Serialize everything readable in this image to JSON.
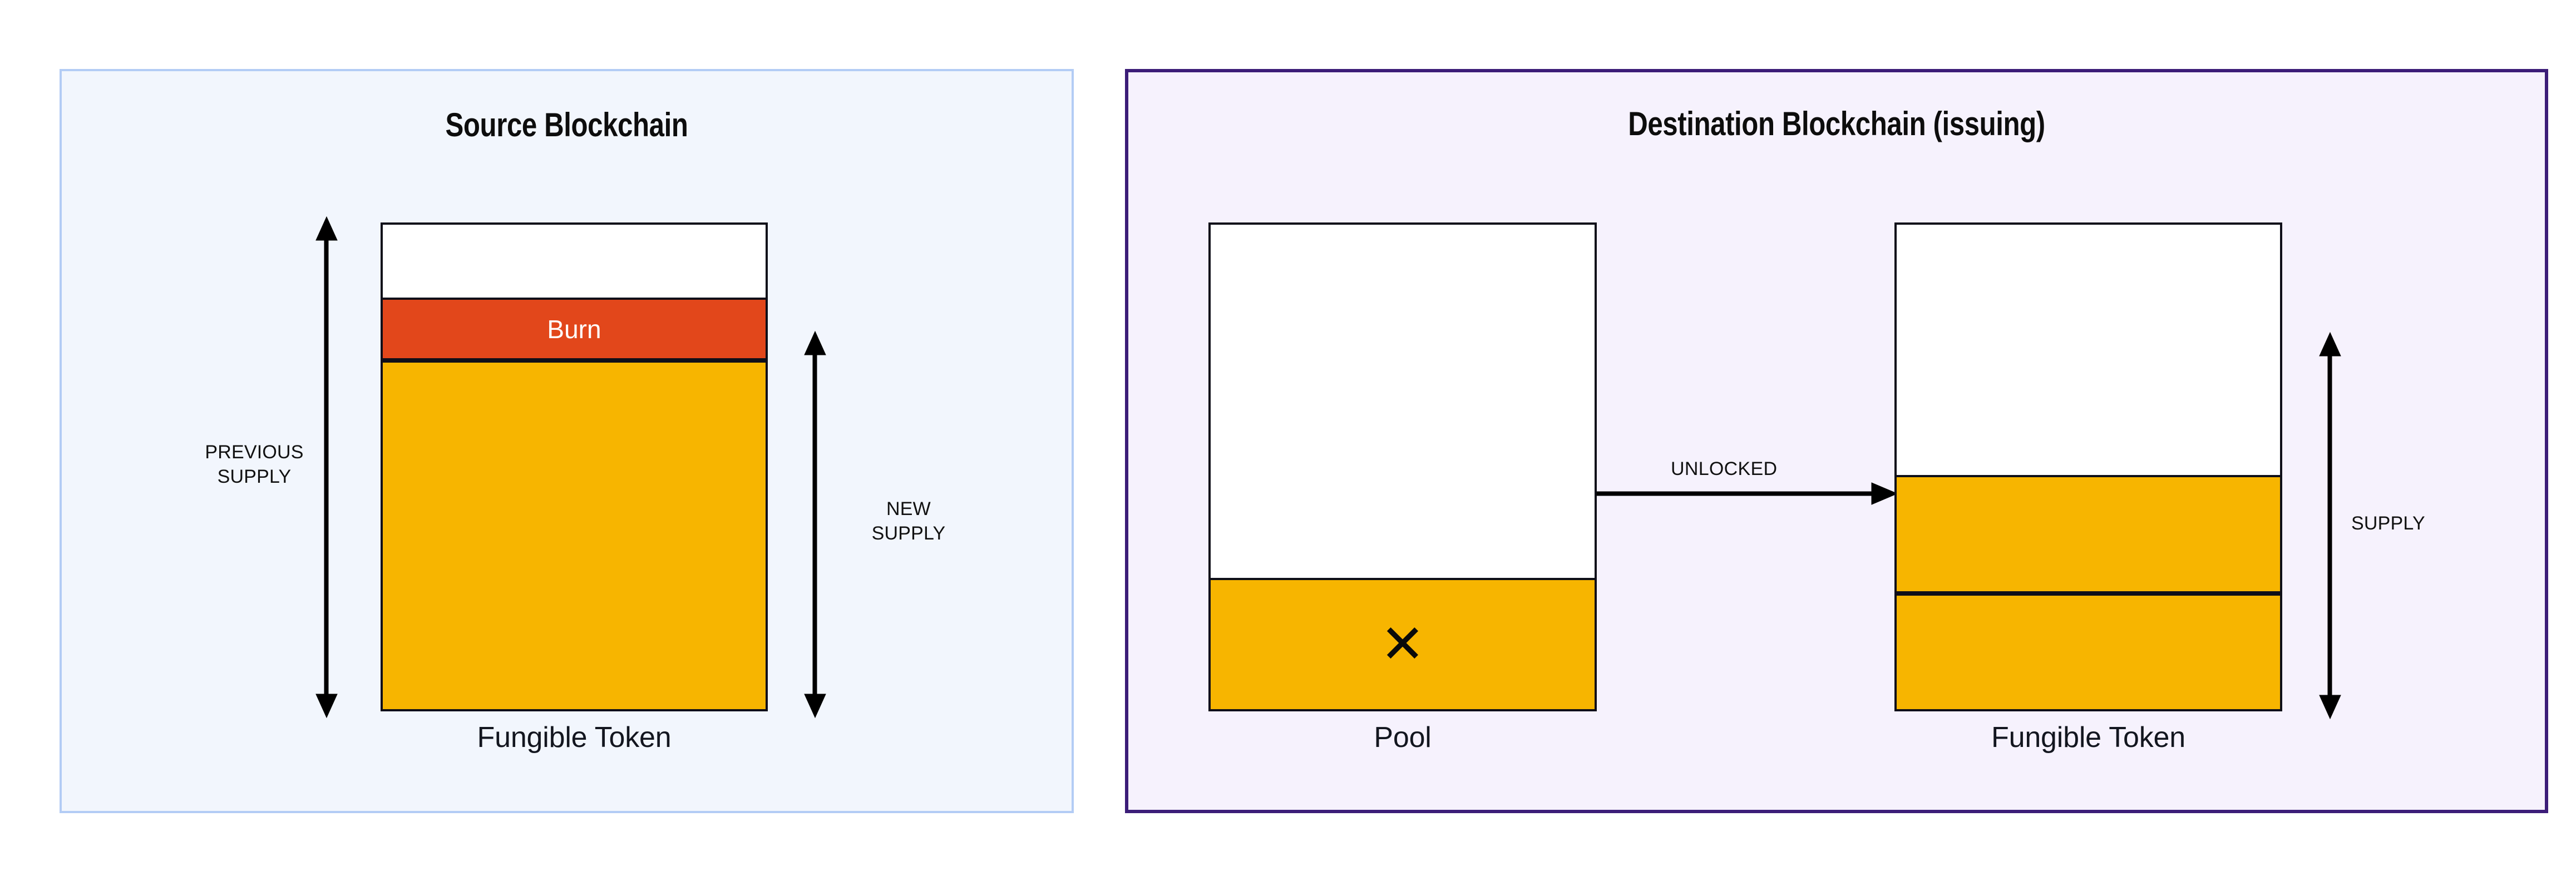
{
  "diagram": {
    "title_source": "Source Blockchain",
    "title_destination": "Destination Blockchain (issuing)"
  },
  "source_panel": {
    "title": "Source Blockchain",
    "border_color": "#b3ccf5",
    "fill_color": "#f2f6fd",
    "token_bar": {
      "caption": "Fungible Token",
      "segments": [
        {
          "name": "empty",
          "label": "",
          "color": "#ffffff"
        },
        {
          "name": "burn",
          "label": "Burn",
          "color": "#e2471b"
        },
        {
          "name": "remaining",
          "label": "",
          "color": "#f7b500"
        }
      ]
    },
    "measures": [
      {
        "name": "previous-supply",
        "label": "PREVIOUS\nSUPPLY",
        "arrow": "down-single"
      },
      {
        "name": "new-supply",
        "label": "NEW\nSUPPLY",
        "arrow": "double"
      }
    ]
  },
  "destination_panel": {
    "title": "Destination Blockchain (issuing)",
    "border_color": "#3c1d78",
    "fill_color": "#f6f2fd",
    "pool_bar": {
      "caption": "Pool",
      "marker_icon": "x-mark-icon",
      "marker_glyph": "✕",
      "segments": [
        {
          "name": "empty",
          "label": "",
          "color": "#ffffff"
        },
        {
          "name": "locked",
          "label": "",
          "color": "#f7b500"
        }
      ]
    },
    "token_bar": {
      "caption": "Fungible Token",
      "segments": [
        {
          "name": "empty",
          "label": "",
          "color": "#ffffff"
        },
        {
          "name": "existing",
          "label": "",
          "color": "#f7b500"
        },
        {
          "name": "issued",
          "label": "",
          "color": "#f7b500"
        }
      ]
    },
    "flow": {
      "label": "UNLOCKED",
      "arrow": "right-single"
    },
    "measures": [
      {
        "name": "supply",
        "label": "SUPPLY",
        "arrow": "double"
      }
    ]
  },
  "colors": {
    "yellow": "#f7b500",
    "burn_red": "#e2471b",
    "stroke": "#0f0f19",
    "text_dark": "#13161f",
    "source_border": "#b3ccf5",
    "source_fill": "#f2f6fd",
    "destination_border": "#3c1d78",
    "destination_fill": "#f6f2fd"
  }
}
